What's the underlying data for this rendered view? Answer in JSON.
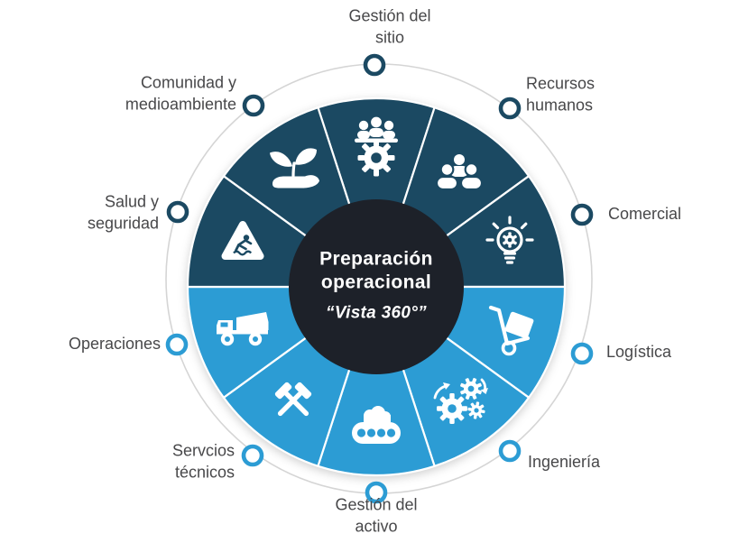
{
  "center": {
    "line1": "Preparación",
    "line2": "operacional",
    "subtitle": "“Vista 360°”"
  },
  "segments": [
    {
      "id": "gestion-del-sitio",
      "label": "Gestión del\nsitio",
      "icon": "people-gear-icon",
      "half": "dark"
    },
    {
      "id": "recursos-humanos",
      "label": "Recursos\nhumanos",
      "icon": "team-icon",
      "half": "dark"
    },
    {
      "id": "comercial",
      "label": "Comercial",
      "icon": "lightbulb-gear-icon",
      "half": "dark"
    },
    {
      "id": "logistica",
      "label": "Logística",
      "icon": "hand-truck-icon",
      "half": "light"
    },
    {
      "id": "ingenieria",
      "label": "Ingeniería",
      "icon": "gears-arrows-icon",
      "half": "light"
    },
    {
      "id": "gestion-del-activo",
      "label": "Gestión del\nactivo",
      "icon": "conveyor-icon",
      "half": "light"
    },
    {
      "id": "servcios-tecnicos",
      "label": "Servcios\ntécnicos",
      "icon": "crossed-hammers-icon",
      "half": "light"
    },
    {
      "id": "operaciones",
      "label": "Operaciones",
      "icon": "dump-truck-icon",
      "half": "light"
    },
    {
      "id": "salud-y-seguridad",
      "label": "Salud y\nseguridad",
      "icon": "slip-warning-icon",
      "half": "dark"
    },
    {
      "id": "comunidad-medioambiente",
      "label": "Comunidad y\nmedioambiente",
      "icon": "hand-plant-icon",
      "half": "dark"
    }
  ],
  "colors": {
    "dark_half": "#1b4962",
    "light_half": "#2c9cd4",
    "center": "#1d2129",
    "ring": "#d5d5d5",
    "label_text": "#48484a",
    "icon": "#ffffff"
  }
}
